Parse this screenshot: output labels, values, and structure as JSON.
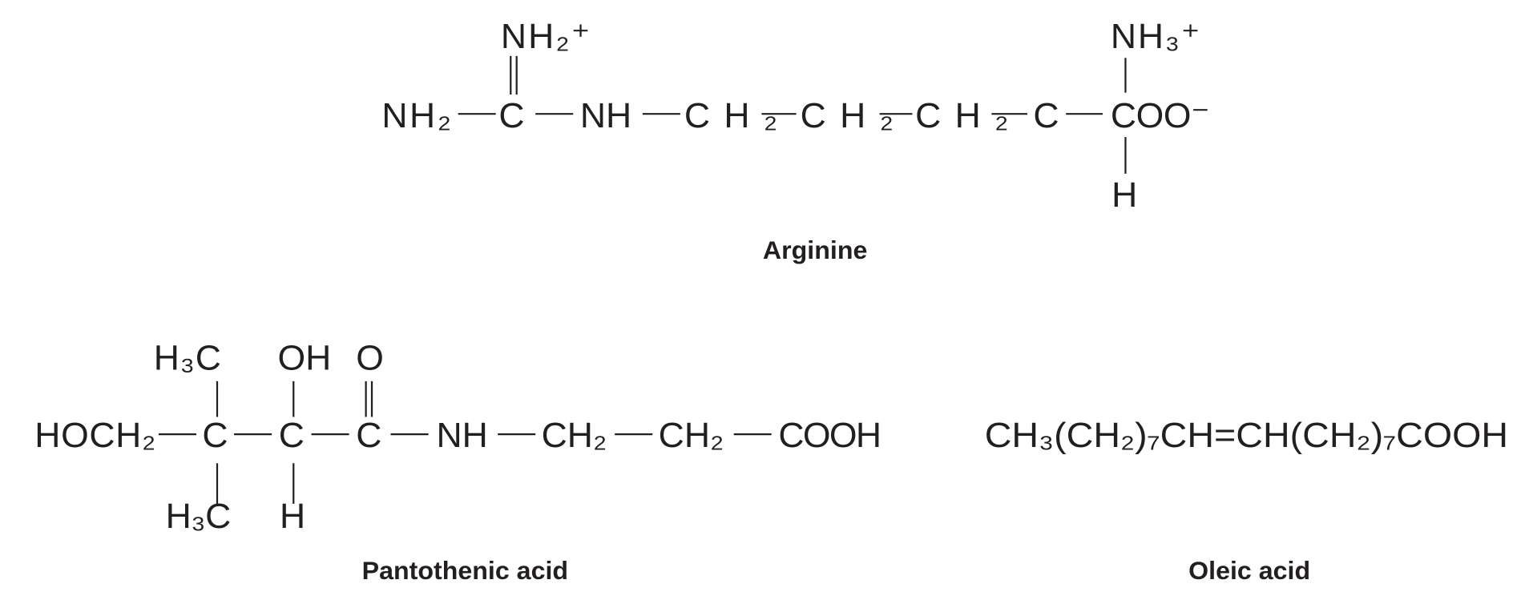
{
  "arginine": {
    "name": "Arginine",
    "atoms": {
      "nh2_left": "NH₂",
      "c_guan": "C",
      "nh2_plus": "NH₂⁺",
      "nh": "NH",
      "ch2_a": "CH₂",
      "ch2_b": "CH₂",
      "ch2_c": "CH₂",
      "c_alpha": "C",
      "coo": "COO⁻",
      "nh3_plus": "NH₃⁺",
      "h": "H"
    }
  },
  "pantothenic": {
    "name": "Pantothenic acid",
    "atoms": {
      "hoch2": "HOCH₂",
      "c1": "C",
      "c2": "C",
      "c3": "C",
      "nh": "NH",
      "ch2_a": "CH₂",
      "ch2_b": "CH₂",
      "cooh": "COOH",
      "h3c_top": "H₃C",
      "oh": "OH",
      "o": "O",
      "h3c_bottom": "H₃C",
      "h": "H"
    }
  },
  "oleic": {
    "name": "Oleic acid",
    "formula": "CH₃(CH₂)₇CH=CH(CH₂)₇COOH"
  }
}
